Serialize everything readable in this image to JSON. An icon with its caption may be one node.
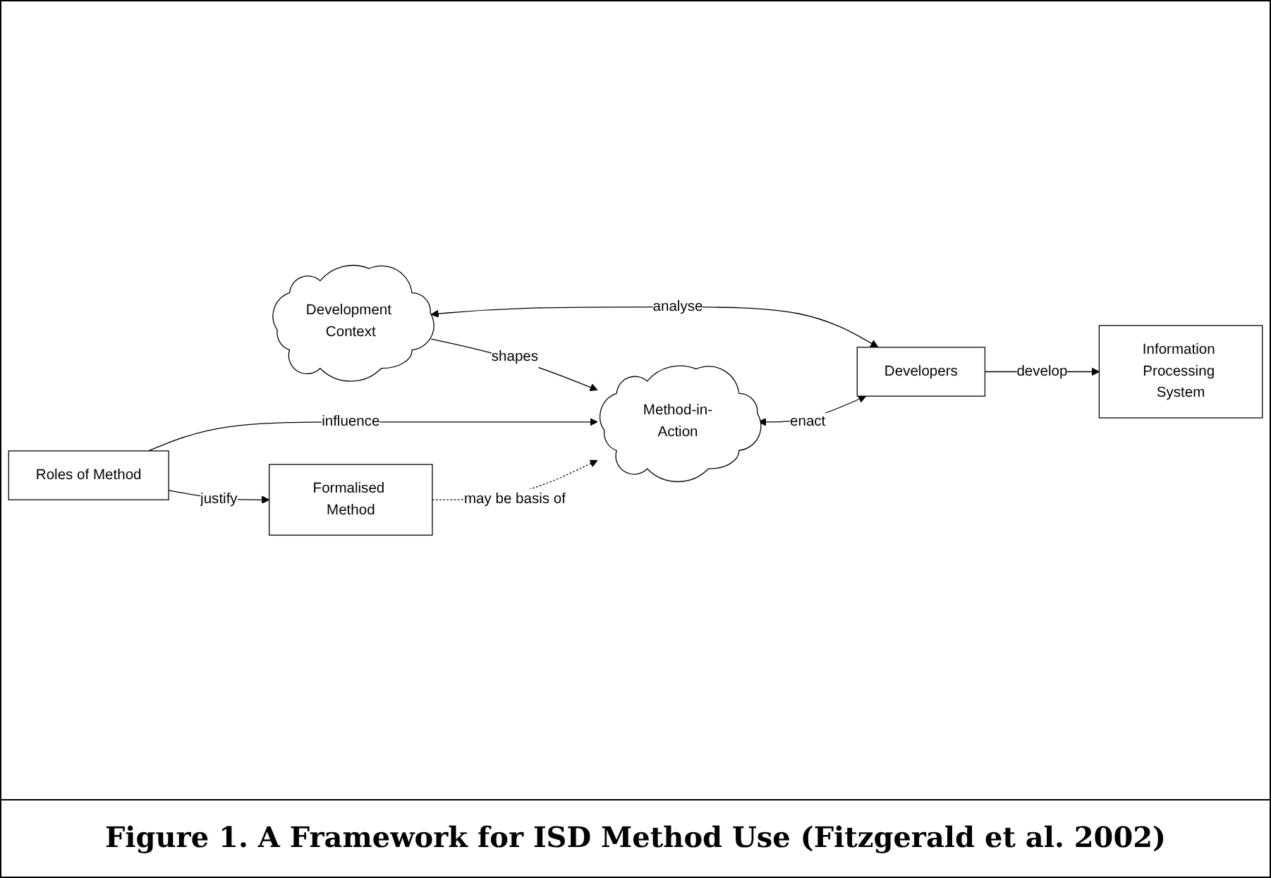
{
  "diagram": {
    "caption": "Figure 1. A Framework for ISD Method Use (Fitzgerald et al. 2002)",
    "nodes": [
      {
        "text": [
          "Development Context"
        ]
      },
      {
        "text": [
          "Formalised Method"
        ]
      },
      {
        "text": [
          "Method-in-Action"
        ]
      },
      {
        "text": [
          "Developers"
        ]
      },
      {
        "text": [
          "Roles of Method"
        ]
      },
      {
        "text": [
          "Information Processing System"
        ]
      }
    ],
    "edges": [
      {
        "from": 0,
        "to": 2,
        "arrow": "to",
        "label": "shapes"
      },
      {
        "from": 1,
        "to": 2,
        "arrow": "to",
        "label": "may be basis of",
        "style": "dashed"
      },
      {
        "from": 2,
        "to": 3,
        "arrow": "both",
        "label": "enact"
      },
      {
        "from": 3,
        "to": 0,
        "arrow": "both",
        "label": "analyse"
      },
      {
        "from": 3,
        "to": 5,
        "arrow": "to",
        "label": "develop"
      },
      {
        "from": 4,
        "to": 1,
        "arrow": "to",
        "label": "justify"
      },
      {
        "from": 4,
        "to": 2,
        "arrow": "to",
        "label": "influence"
      }
    ]
  }
}
